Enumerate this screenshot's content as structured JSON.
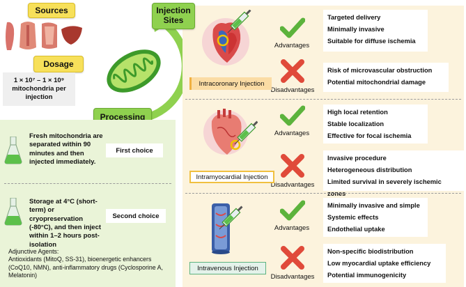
{
  "left": {
    "sources_label": "Sources",
    "dosage_label": "Dosage",
    "dosage_text": "1 × 10⁷ – 1 × 10⁹ mitochondria per injection",
    "processing_label": "Processing",
    "fresh_text": "Fresh mitochondria are separated within 90 minutes and then injected immediately.",
    "first_choice": "First choice",
    "storage_text": "Storage at 4°C (short-term) or cryopreservation (-80°C), and then inject within 1–2 hours post-isolation",
    "second_choice": "Second choice",
    "adjunctive_title": "Adjunctive Agents:",
    "adjunctive_text": "Antioxidants (MitoQ, SS-31), bioenergetic enhancers (CoQ10, NMN), anti-inflammatory drugs (Cyclosporine A, Melatonin)"
  },
  "injection_sites_label": "Injection Sites",
  "advantages_label": "Advantages",
  "disadvantages_label": "Disadvantages",
  "routes": [
    {
      "name": "Intracoronary Injection",
      "advantages": [
        "Targeted delivery",
        "Minimally invasive",
        "Suitable for diffuse ischemia"
      ],
      "disadvantages": [
        "Risk of microvascular obstruction",
        "Potential mitochondrial damage"
      ]
    },
    {
      "name": "Intramyocardial Injection",
      "advantages": [
        "High local retention",
        "Stable localization",
        "Effective for focal ischemia"
      ],
      "disadvantages": [
        "Invasive procedure",
        "Heterogeneous distribution",
        "Limited survival in severely ischemic zones"
      ]
    },
    {
      "name": "Intravenous Injection",
      "advantages": [
        "Minimally invasive and simple",
        "Systemic effects",
        "Endothelial uptake"
      ],
      "disadvantages": [
        "Non-specific biodistribution",
        "Low myocardial uptake efficiency",
        "Potential immunogenicity"
      ]
    }
  ],
  "colors": {
    "yellow_pill": "#f7e05a",
    "green_pill": "#8fd14f",
    "check_green": "#5cb33c",
    "cross_red": "#e04a3a",
    "right_panel": "#fcf3dd",
    "left_panel": "#eaf4d8"
  }
}
